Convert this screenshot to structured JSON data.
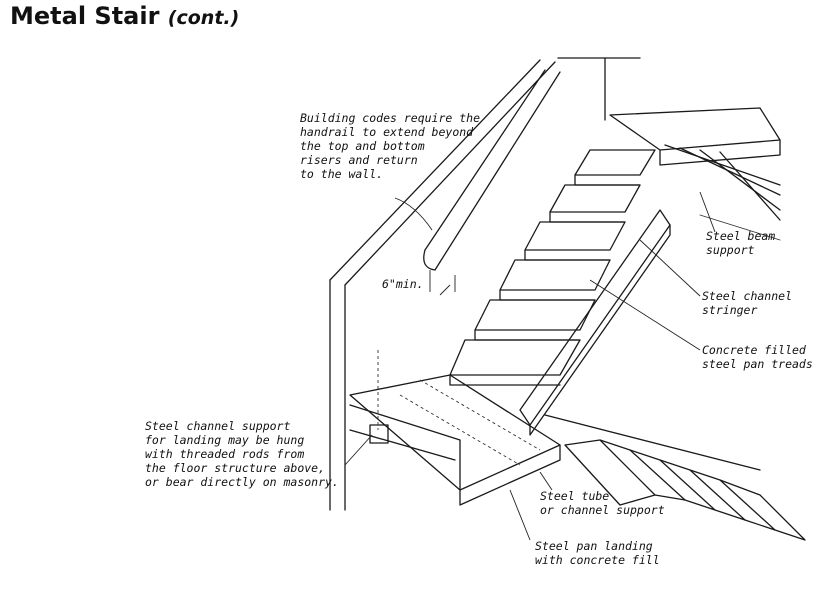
{
  "title": {
    "main": "Metal Stair",
    "sub": "(cont.)"
  },
  "annotations": {
    "handrail": [
      "Building codes require the",
      "handrail to extend beyond",
      "the top and bottom",
      "risers and return",
      "to the wall."
    ],
    "dimension": "6\"min.",
    "beam": [
      "Steel beam",
      "support"
    ],
    "stringer": [
      "Steel channel",
      "stringer"
    ],
    "treads": [
      "Concrete filled",
      "steel pan treads"
    ],
    "landing_support": [
      "Steel channel support",
      "for landing may be hung",
      "with threaded rods from",
      "the floor structure above,",
      "or bear directly on masonry."
    ],
    "tube": [
      "Steel tube",
      "or channel support"
    ],
    "pan_landing": [
      "Steel pan landing",
      "with concrete fill"
    ]
  }
}
